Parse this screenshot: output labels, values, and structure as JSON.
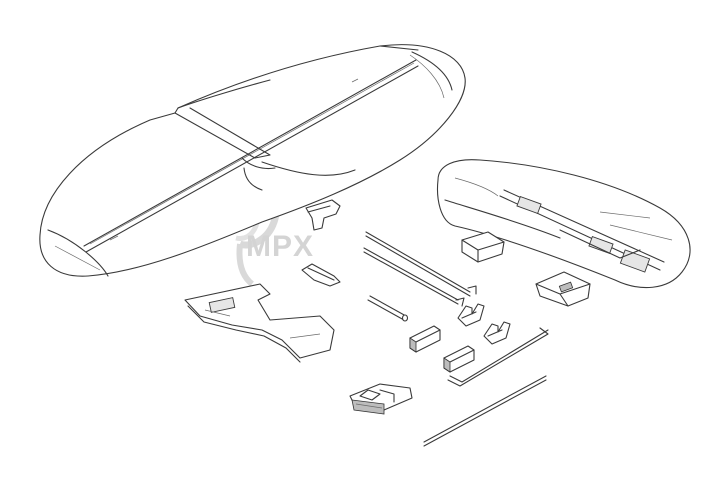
{
  "watermark": {
    "text": "MPX",
    "color": "#d4d4d4"
  },
  "parts": [
    {
      "id": "horizontal-stabilizer"
    },
    {
      "id": "vertical-fin"
    },
    {
      "id": "tail-mount-plate"
    },
    {
      "id": "control-horn-elevator"
    },
    {
      "id": "control-horn-rudder"
    },
    {
      "id": "pushrods"
    },
    {
      "id": "carbon-rod"
    },
    {
      "id": "servo-clips"
    },
    {
      "id": "hinge-clips"
    },
    {
      "id": "steel-wire-bent"
    },
    {
      "id": "steel-wire-straight"
    },
    {
      "id": "hatch-latch"
    }
  ]
}
